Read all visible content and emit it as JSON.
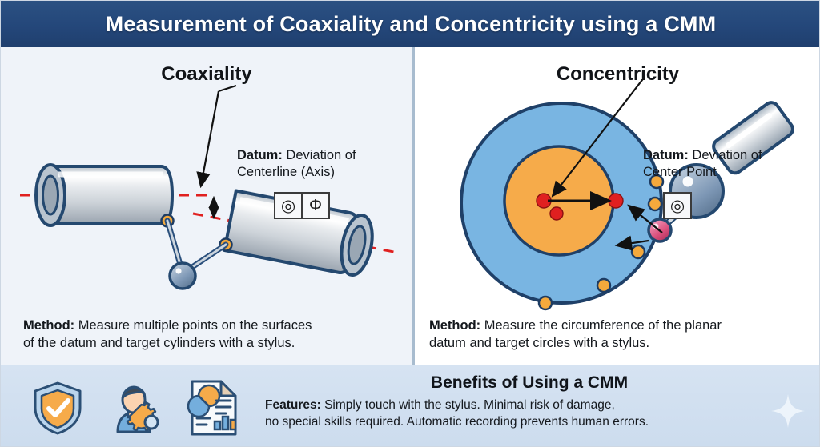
{
  "header": {
    "title": "Measurement of Coaxiality and Concentricity using a CMM",
    "bg_color": "#24477a"
  },
  "panels": [
    {
      "id": "coaxiality",
      "title": "Coaxiality",
      "bg_color": "#eff3f9",
      "callout_label": "Datum:",
      "callout_line1": " Deviation of",
      "callout_line2": "Centerline (Axis)",
      "gdt_symbols": [
        "concentricity-symbol",
        "diameter-symbol"
      ],
      "gdt_symbol_text": [
        "◎",
        "Φ"
      ],
      "method_label": "Method:",
      "method_line1": " Measure multiple points on the surfaces",
      "method_line2": "of the datum and target cylinders with a stylus.",
      "figure": {
        "type": "two-cylinders-with-stylus",
        "datum_axis_color": "#e02020",
        "cylinder_body_color": "#c9cfd6",
        "cylinder_outline_color": "#1f4068",
        "probe_point_color": "#f4a93c",
        "stylus_ball_color": "#7e99b8"
      }
    },
    {
      "id": "concentricity",
      "title": "Concentricity",
      "bg_color": "#ffffff",
      "callout_label": "Datum:",
      "callout_line1": " Deviation of",
      "callout_line2": "Center Point",
      "gdt_symbols": [
        "concentricity-symbol"
      ],
      "gdt_symbol_text": [
        "◎"
      ],
      "method_label": "Method:",
      "method_line1": " Measure the circumference of the planar",
      "method_line2": "datum and target circles with a stylus.",
      "figure": {
        "type": "concentric-circles-with-stylus",
        "outer_circle_color": "#76b4e0",
        "inner_circle_color": "#f6ab4a",
        "circle_outline_color": "#1f4068",
        "center_point_color": "#e02020",
        "probe_point_color": "#f4a93c",
        "stylus_tip_color": "#d94d7a"
      }
    }
  ],
  "bottom": {
    "bg_color": "#d2e0f0",
    "icons": [
      {
        "name": "shield-check-icon",
        "label": "reliability"
      },
      {
        "name": "person-gear-icon",
        "label": "ease-of-use"
      },
      {
        "name": "report-document-icon",
        "label": "automatic-recording"
      }
    ],
    "benefits_title": "Benefits of Using a CMM",
    "features_label": "Features:",
    "features_line1": " Simply touch with the stylus. Minimal risk of damage,",
    "features_line2": "no special skills required. Automatic recording prevents human errors.",
    "sparkle_icon": "sparkle-icon"
  }
}
